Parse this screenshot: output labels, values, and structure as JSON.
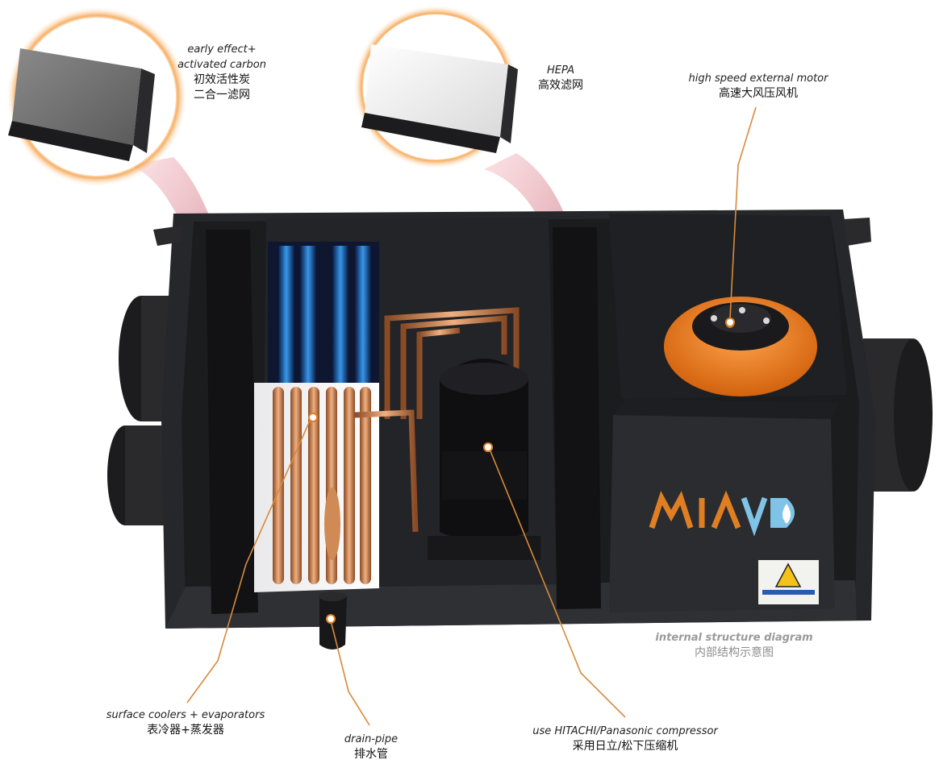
{
  "labels": {
    "filter_primary": {
      "en_line1": "early effect+",
      "en_line2": "activated carbon",
      "zh_line1": "初效活性炭",
      "zh_line2": "二合一滤网"
    },
    "hepa": {
      "en": "HEPA",
      "zh": "高效滤网"
    },
    "motor": {
      "en": "high speed external motor",
      "zh": "高速大风压风机"
    },
    "internal": {
      "en": "internal structure diagram",
      "zh": "内部结构示意图"
    },
    "coolers": {
      "en": "surface coolers + evaporators",
      "zh": "表冷器+蒸发器"
    },
    "drain": {
      "en": "drain-pipe",
      "zh": "排水管"
    },
    "compressor": {
      "en": "use HITACHI/Panasonic compressor",
      "zh": "采用日立/松下压缩机"
    }
  },
  "brand": {
    "logo_text": "MIAVD"
  },
  "colors": {
    "accent_orange": "#e07f22",
    "body_dark": "#26272a",
    "copper": "#c87a4a",
    "logo_blue": "#7fc3e6",
    "callout_line": "#d88a3a"
  }
}
